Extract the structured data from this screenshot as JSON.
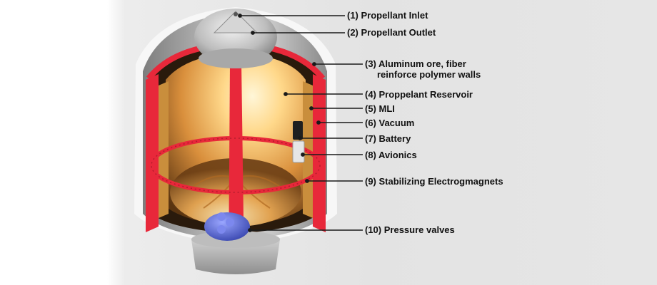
{
  "labels": [
    {
      "id": "propellant-inlet",
      "text": "(1) Propellant Inlet"
    },
    {
      "id": "propellant-outlet",
      "text": "(2) Propellant Outlet"
    },
    {
      "id": "walls-line1",
      "text": "(3) Aluminum ore, fiber"
    },
    {
      "id": "walls-line2",
      "text": "reinforce polymer walls"
    },
    {
      "id": "reservoir",
      "text": "(4) Proppelant Reservoir"
    },
    {
      "id": "mli",
      "text": "(5) MLI"
    },
    {
      "id": "vacuum",
      "text": "(6) Vacuum"
    },
    {
      "id": "battery",
      "text": "(7) Battery"
    },
    {
      "id": "avionics",
      "text": "(8) Avionics"
    },
    {
      "id": "electromagnets",
      "text": "(9) Stabilizing Electrogmagnets"
    },
    {
      "id": "pressure-valves",
      "text": "(10) Pressure valves"
    }
  ],
  "colors": {
    "shell": "#9a9a9a",
    "wall_red": "#e8283a",
    "insulation_tan": "#c98e3c",
    "glow": "#ffd27a",
    "valve_blue": "#5a6cd8",
    "leader_line": "#1a1a1a"
  }
}
